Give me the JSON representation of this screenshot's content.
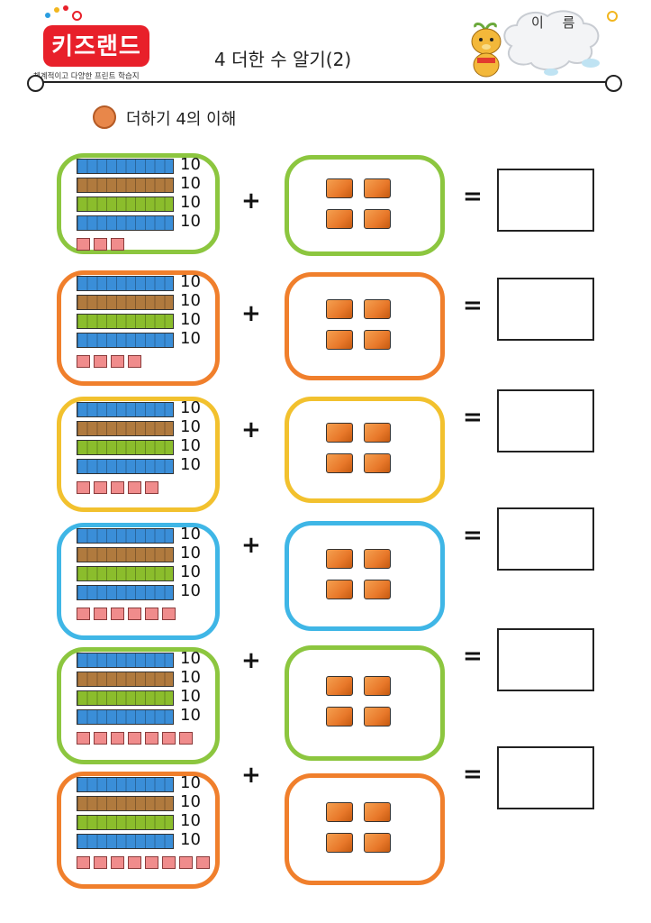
{
  "header": {
    "brand": "키즈랜드",
    "brand_sub": "체계적이고 다양한 프린트 학습지",
    "title": "4 더한 수 알기(2)",
    "name_label": "이 름"
  },
  "section": {
    "subtitle": "더하기 4의 이해"
  },
  "operators": {
    "plus": "+",
    "equals": "="
  },
  "rod_label": "10",
  "colors": {
    "green": "#8cc63f",
    "orange": "#f07f2c",
    "yellow": "#f2c12e",
    "blue": "#3fb6e6",
    "rod_blue": "#3a8ed8",
    "rod_brown": "#b07a3e",
    "rod_green": "#8bbd2c"
  },
  "problems": [
    {
      "tens": 4,
      "ones": 3,
      "add": 4,
      "frame_color": "#8cc63f"
    },
    {
      "tens": 4,
      "ones": 4,
      "add": 4,
      "frame_color": "#f07f2c"
    },
    {
      "tens": 4,
      "ones": 5,
      "add": 4,
      "frame_color": "#f2c12e"
    },
    {
      "tens": 4,
      "ones": 6,
      "add": 4,
      "frame_color": "#3fb6e6"
    },
    {
      "tens": 4,
      "ones": 7,
      "add": 4,
      "frame_color": "#8cc63f"
    },
    {
      "tens": 4,
      "ones": 8,
      "add": 4,
      "frame_color": "#f07f2c"
    }
  ]
}
